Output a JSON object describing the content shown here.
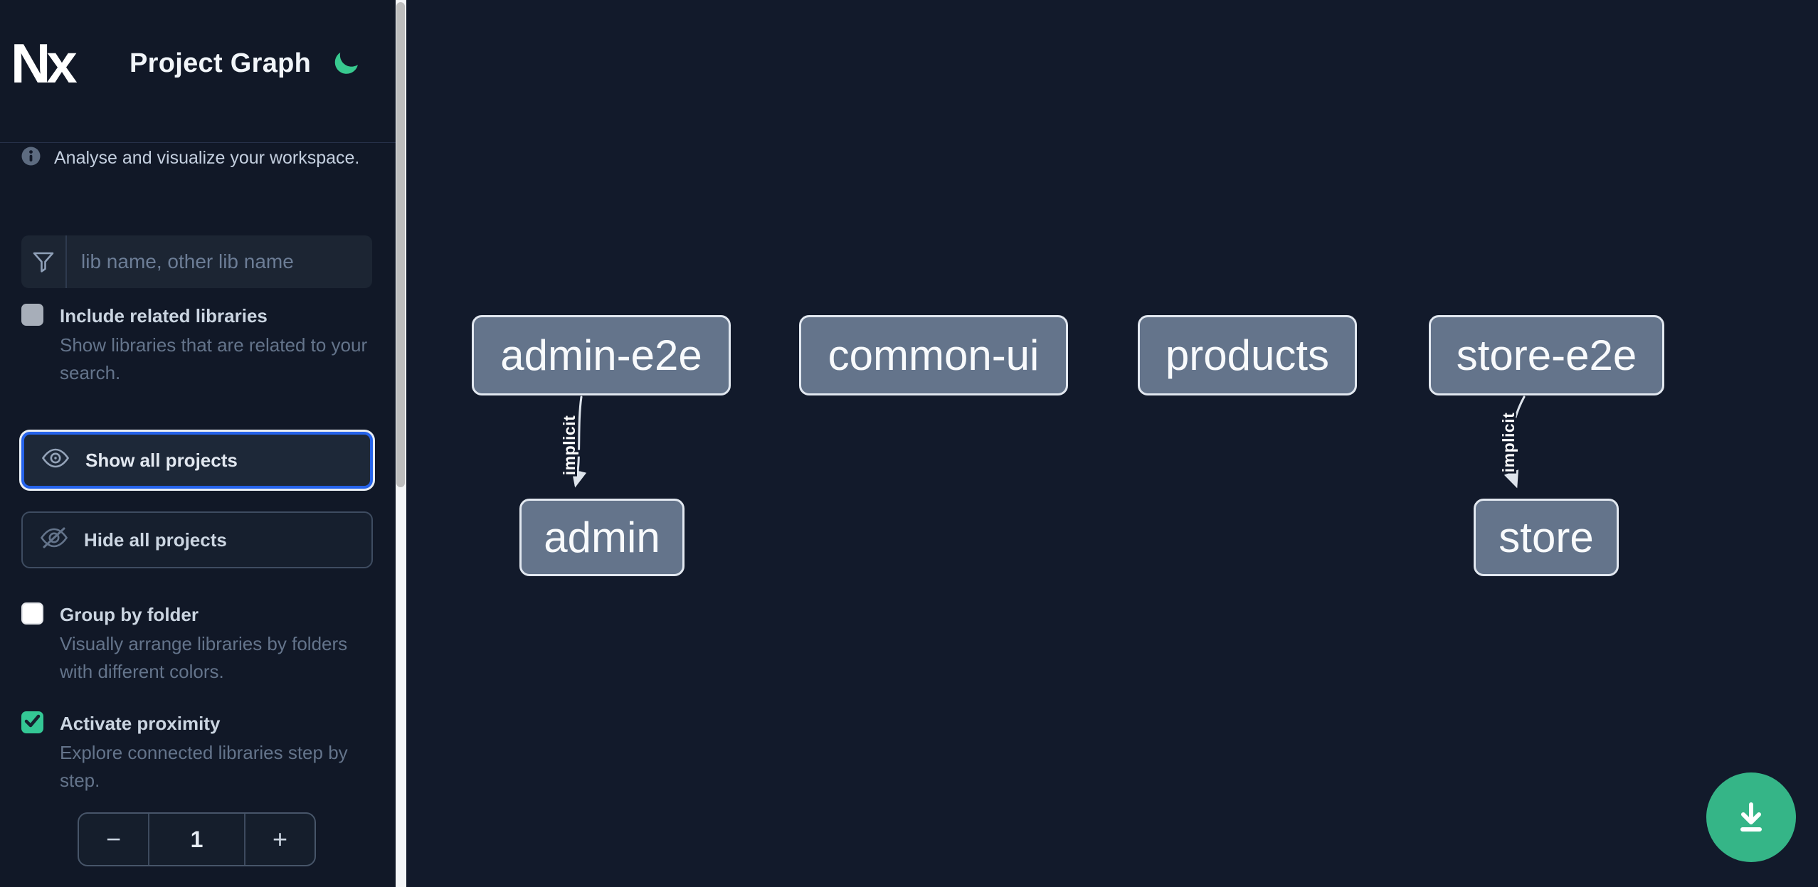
{
  "header": {
    "logo_text": "Nx",
    "title": "Project Graph"
  },
  "sidebar": {
    "info_text": "Analyse and visualize your workspace.",
    "search": {
      "placeholder": "lib name, other lib name",
      "value": ""
    },
    "options": {
      "include_related": {
        "label": "Include related libraries",
        "description": "Show libraries that are related to your search.",
        "checked": false,
        "disabled": true
      },
      "group_by_folder": {
        "label": "Group by folder",
        "description": "Visually arrange libraries by folders with different colors.",
        "checked": false
      },
      "activate_proximity": {
        "label": "Activate proximity",
        "description": "Explore connected libraries step by step.",
        "checked": true
      }
    },
    "buttons": {
      "show_all": "Show all projects",
      "hide_all": "Hide all projects"
    },
    "proximity_stepper": {
      "decrement": "−",
      "value": "1",
      "increment": "+"
    }
  },
  "graph": {
    "nodes": [
      {
        "label": "admin-e2e"
      },
      {
        "label": "common-ui"
      },
      {
        "label": "products"
      },
      {
        "label": "store-e2e"
      },
      {
        "label": "admin"
      },
      {
        "label": "store"
      }
    ],
    "edges": [
      {
        "source": "admin-e2e",
        "target": "admin",
        "label": "implicit"
      },
      {
        "source": "store-e2e",
        "target": "store",
        "label": "implicit"
      }
    ]
  },
  "icons": {
    "logo": "nx-logo",
    "theme_toggle": "moon-icon",
    "info": "info-circle-icon",
    "search": "funnel-icon",
    "show_all": "eye-icon",
    "hide_all": "eye-slash-icon",
    "fab": "download-icon",
    "stepper": "minus-plus"
  },
  "colors": {
    "sidebar_bg": "#111827",
    "canvas_bg": "#121A2B",
    "node_fill": "#64748B",
    "node_border": "#E2E8F0",
    "edge": "#DEE4EC",
    "focus_blue": "#2563EB",
    "checkbox_green": "#34C795",
    "moon_green": "#38C98F",
    "fab_green": "#35B587",
    "scrollbar_track": "#F3F5F7",
    "scrollbar_thumb": "#BDBDBD"
  }
}
